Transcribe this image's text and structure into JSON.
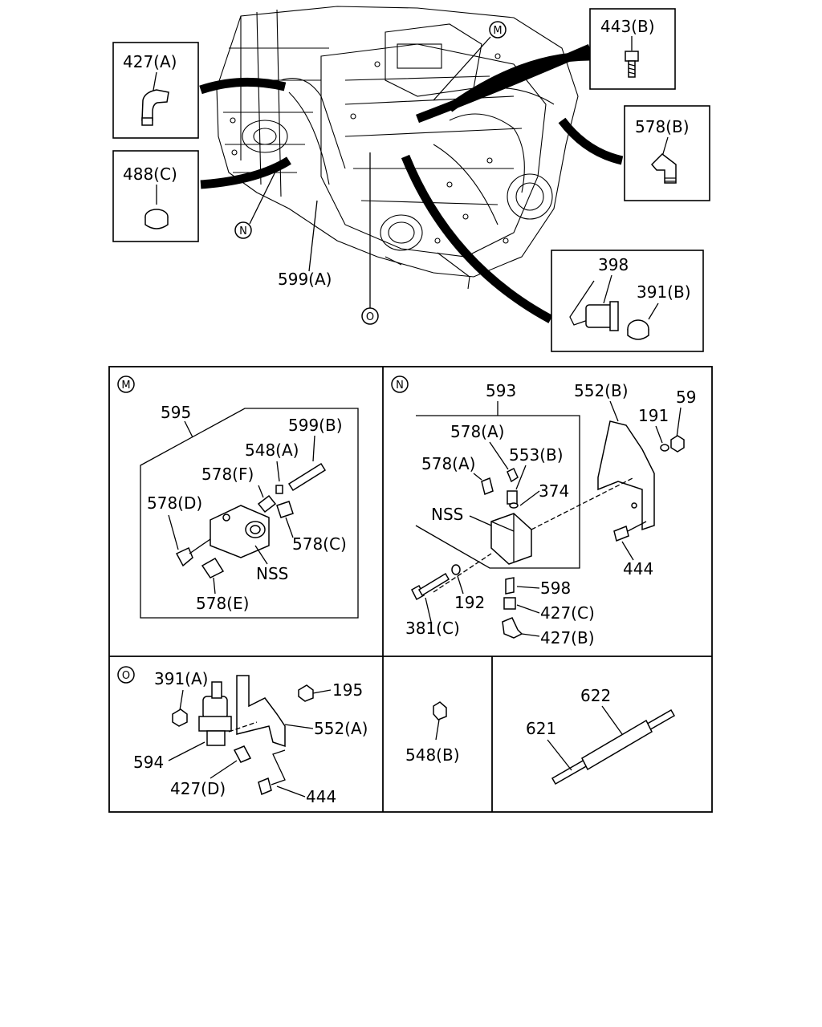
{
  "labels": {
    "top_427A": "427(A)",
    "top_488C": "488(C)",
    "top_443B": "443(B)",
    "top_578B": "578(B)",
    "top_398": "398",
    "top_391B": "391(B)",
    "top_599A": "599(A)",
    "callout_M": "M",
    "callout_N": "N",
    "callout_O": "O",
    "M_595": "595",
    "M_599B": "599(B)",
    "M_548A": "548(A)",
    "M_578F": "578(F)",
    "M_578D": "578(D)",
    "M_578C": "578(C)",
    "M_NSS": "NSS",
    "M_578E": "578(E)",
    "N_593": "593",
    "N_552B": "552(B)",
    "N_59": "59",
    "N_191": "191",
    "N_578A_1": "578(A)",
    "N_578A_2": "578(A)",
    "N_553B": "553(B)",
    "N_374": "374",
    "N_NSS": "NSS",
    "N_444": "444",
    "N_598": "598",
    "N_192": "192",
    "N_427C": "427(C)",
    "N_381C": "381(C)",
    "N_427B": "427(B)",
    "O_391A": "391(A)",
    "O_195": "195",
    "O_552A": "552(A)",
    "O_594": "594",
    "O_427D": "427(D)",
    "O_444": "444",
    "P_548B": "548(B)",
    "P_622": "622",
    "P_621": "621"
  }
}
